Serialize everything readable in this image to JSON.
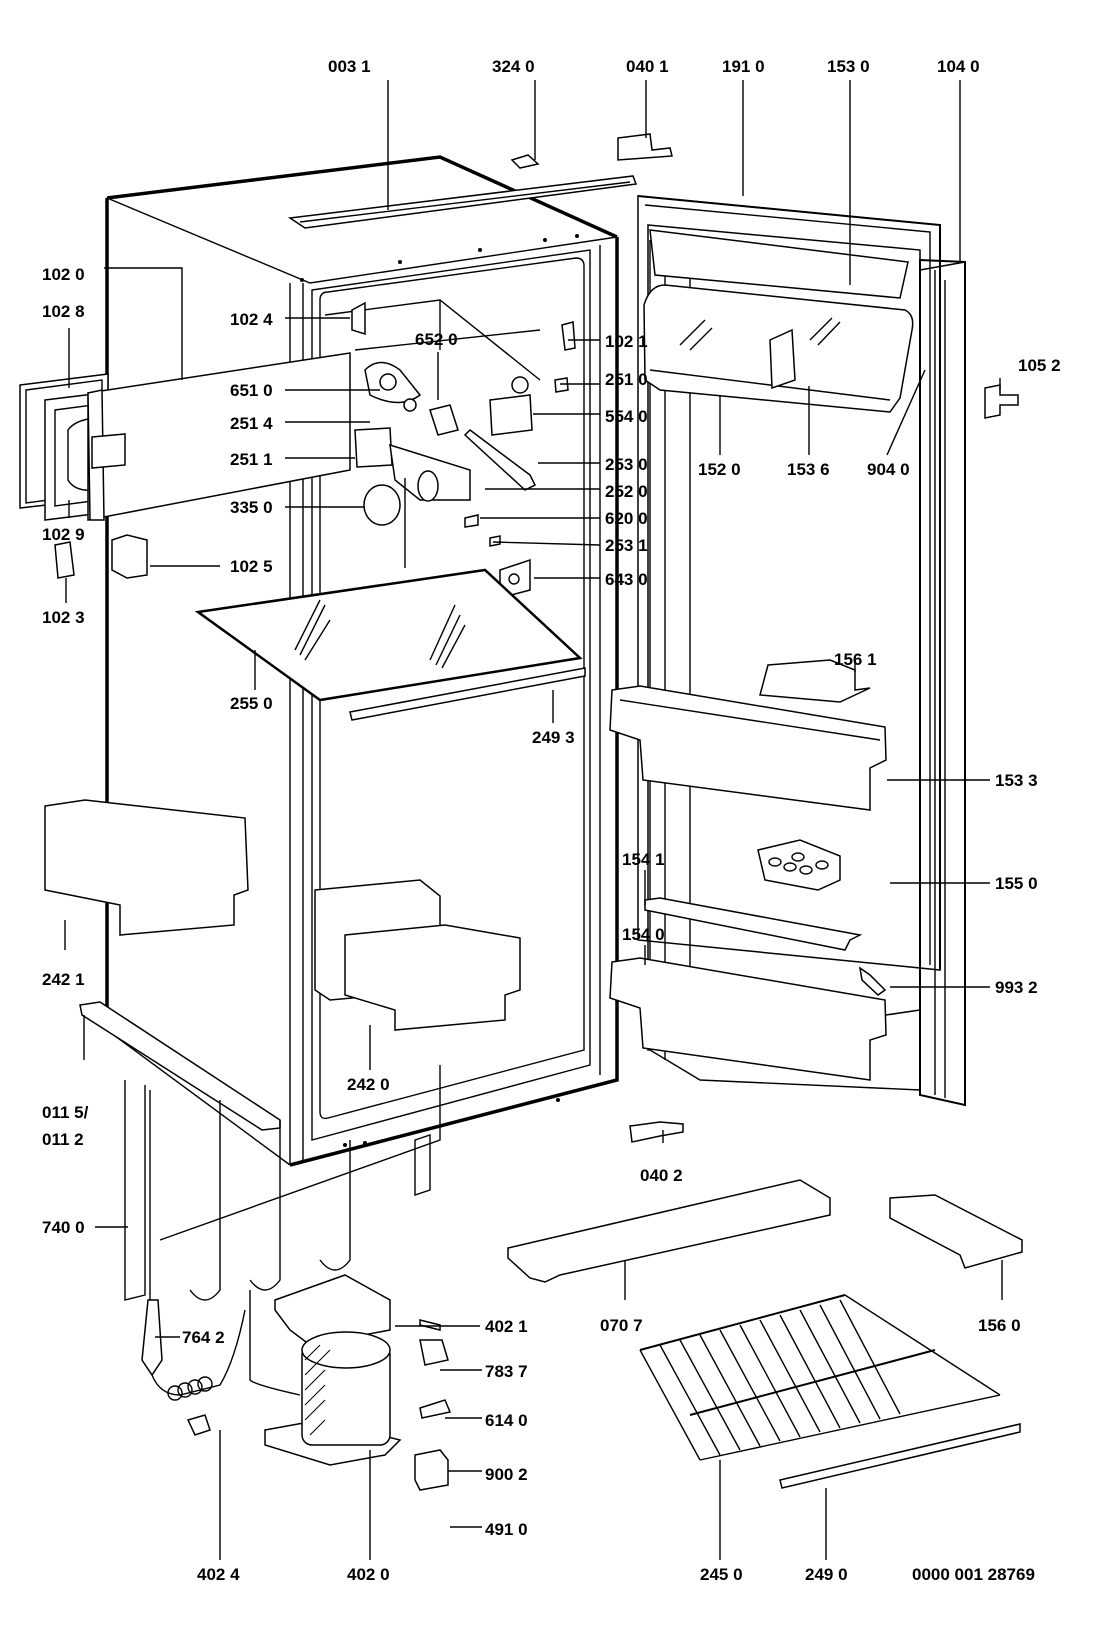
{
  "diagram": {
    "title": "Refrigerator exploded parts diagram",
    "document_number": "0000 001 28769",
    "colors": {
      "line": "#000000",
      "background": "#ffffff"
    },
    "labels": {
      "p0031": "003 1",
      "p3240": "324 0",
      "p0401": "040 1",
      "p1910": "191 0",
      "p1530": "153 0",
      "p1040": "104 0",
      "p1020": "102 0",
      "p1028": "102 8",
      "p1024": "102 4",
      "p6520": "652 0",
      "p1021": "102 1",
      "p6510": "651 0",
      "p2510": "251 0",
      "p2514": "251 4",
      "p5540": "554 0",
      "p2511": "251 1",
      "p2530": "253 0",
      "p2520": "252 0",
      "p1052": "105 2",
      "p1520": "152 0",
      "p1536": "153 6",
      "p9040": "904 0",
      "p1029": "102 9",
      "p3350": "335 0",
      "p6200": "620 0",
      "p2531": "253 1",
      "p1025": "102 5",
      "p6430": "643 0",
      "p1023": "102 3",
      "p1561": "156 1",
      "p2550": "255 0",
      "p2493": "249 3",
      "p1533": "153 3",
      "p1541": "154 1",
      "p1550": "155 0",
      "p1540": "154 0",
      "p2421": "242 1",
      "p9932": "993 2",
      "p2420": "242 0",
      "p0115": "011 5/",
      "p0112": "011 2",
      "p0402": "040 2",
      "p7400": "740 0",
      "p0707": "070 7",
      "p1560": "156 0",
      "p4021": "402 1",
      "p7642": "764 2",
      "p7837": "783 7",
      "p6140": "614 0",
      "p9002": "900 2",
      "p4910": "491 0",
      "p4024": "402 4",
      "p4020": "402 0",
      "p2450": "245 0",
      "p2490": "249 0"
    }
  }
}
